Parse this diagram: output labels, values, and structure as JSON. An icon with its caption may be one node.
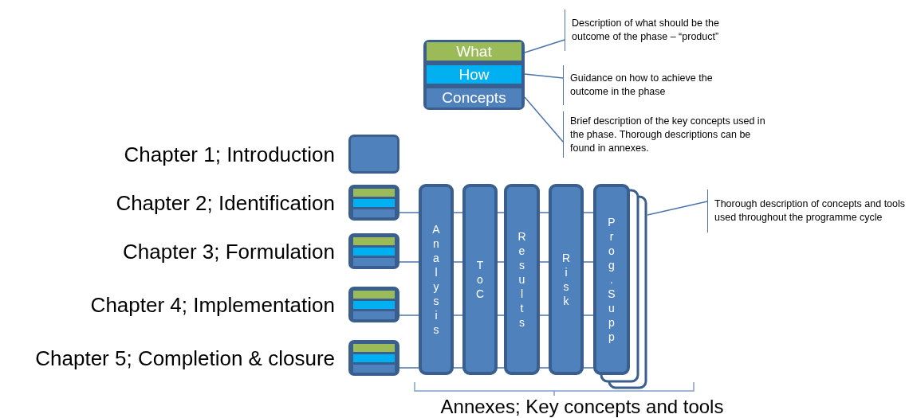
{
  "diagram": {
    "nodes": [
      {
        "text": [],
        "shape": "box"
      },
      {
        "text": [
          "What"
        ],
        "in": 0
      },
      {
        "text": [
          "How"
        ],
        "in": 0
      },
      {
        "text": [
          "Concepts"
        ],
        "in": 0
      },
      {
        "text": [
          "Description of what should be the outcome of the phase – “product”"
        ]
      },
      {
        "text": [
          "Guidance on how to achieve the outcome in the phase"
        ]
      },
      {
        "text": [
          "Brief description of the key concepts used in the phase. Thorough descriptions can be found in annexes."
        ]
      },
      {
        "text": [],
        "shape": "box",
        "beside": [
          "Chapter 1; Introduction"
        ]
      },
      {
        "text": [],
        "shape": "box",
        "beside": [
          "Chapter 2; Identification"
        ]
      },
      {
        "text": [],
        "shape": "box",
        "beside": [
          "Chapter 3; Formulation"
        ]
      },
      {
        "text": [],
        "shape": "box",
        "beside": [
          "Chapter 4; Implementation"
        ]
      },
      {
        "text": [],
        "shape": "box",
        "beside": [
          "Chapter 5; Completion & closure"
        ]
      },
      {
        "text": [
          "Analysis"
        ]
      },
      {
        "text": [
          "ToC"
        ]
      },
      {
        "text": [
          "Results"
        ]
      },
      {
        "text": [
          "Risk"
        ]
      },
      {
        "text": [
          "Prog.Supp"
        ]
      },
      {
        "text": [
          "Thorough description of concepts and tools used throughout the programme cycle"
        ]
      }
    ],
    "edges": [
      {
        "from": 4,
        "to": 1,
        "arrow": "none"
      },
      {
        "from": 5,
        "to": 2,
        "arrow": "none"
      },
      {
        "from": 6,
        "to": 3,
        "arrow": "none"
      },
      {
        "from": 17,
        "to": 16,
        "arrow": "none"
      },
      {
        "from": 8,
        "to": 12,
        "arrow": "none"
      },
      {
        "from": 12,
        "to": 13,
        "arrow": "none"
      },
      {
        "from": 13,
        "to": 14,
        "arrow": "none"
      },
      {
        "from": 14,
        "to": 15,
        "arrow": "none"
      },
      {
        "from": 15,
        "to": 16,
        "arrow": "none"
      },
      {
        "from": 9,
        "to": 12,
        "arrow": "none"
      },
      {
        "from": 12,
        "to": 13,
        "arrow": "none"
      },
      {
        "from": 13,
        "to": 14,
        "arrow": "none"
      },
      {
        "from": 14,
        "to": 15,
        "arrow": "none"
      },
      {
        "from": 15,
        "to": 16,
        "arrow": "none"
      },
      {
        "from": 10,
        "to": 12,
        "arrow": "none"
      },
      {
        "from": 12,
        "to": 13,
        "arrow": "none"
      },
      {
        "from": 13,
        "to": 14,
        "arrow": "none"
      },
      {
        "from": 14,
        "to": 15,
        "arrow": "none"
      },
      {
        "from": 15,
        "to": 16,
        "arrow": "none"
      },
      {
        "from": 11,
        "to": 12,
        "arrow": "none"
      },
      {
        "from": 12,
        "to": 13,
        "arrow": "none"
      },
      {
        "from": 13,
        "to": 14,
        "arrow": "none"
      },
      {
        "from": 14,
        "to": 15,
        "arrow": "none"
      },
      {
        "from": 15,
        "to": 16,
        "arrow": "none"
      }
    ],
    "labels": [
      "Annexes; Key concepts and tools"
    ]
  }
}
